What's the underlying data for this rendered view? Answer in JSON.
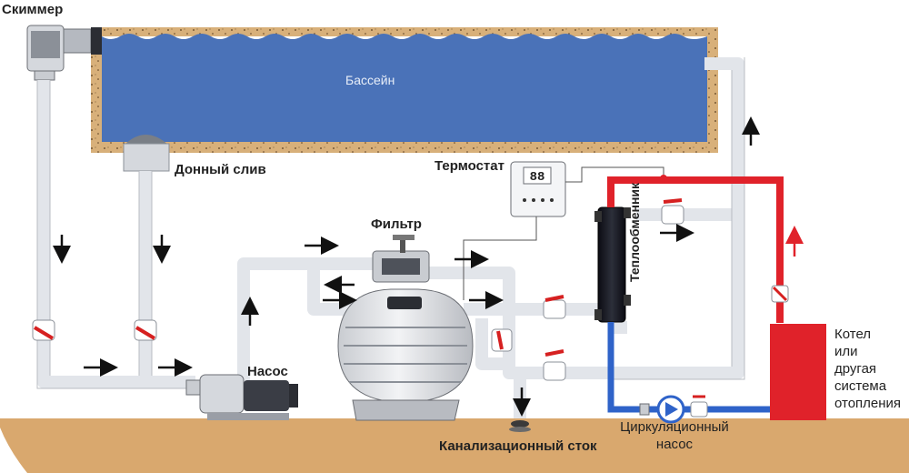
{
  "labels": {
    "skimmer": "Скиммер",
    "pool": "Бассейн",
    "bottom_drain": "Донный слив",
    "thermostat": "Термостат",
    "filter": "Фильтр",
    "pump": "Насос",
    "heat_exchanger": "Теплообменник",
    "sewer": "Канализационный сток",
    "circ_pump_line1": "Циркуляционный",
    "circ_pump_line2": "насос",
    "boiler_line1": "Котел",
    "boiler_line2": "или",
    "boiler_line3": "другая",
    "boiler_line4": "система",
    "boiler_line5": "отопления",
    "thermostat_display": "88"
  },
  "colors": {
    "water": "#4a72b8",
    "pool_wall": "#d8b07a",
    "ground": "#d9a86e",
    "pipe": "#e2e5ea",
    "hot_pipe": "#e0222a",
    "cold_pipe": "#2f63c9",
    "boiler": "#e0222a",
    "valve": "#d62020"
  }
}
